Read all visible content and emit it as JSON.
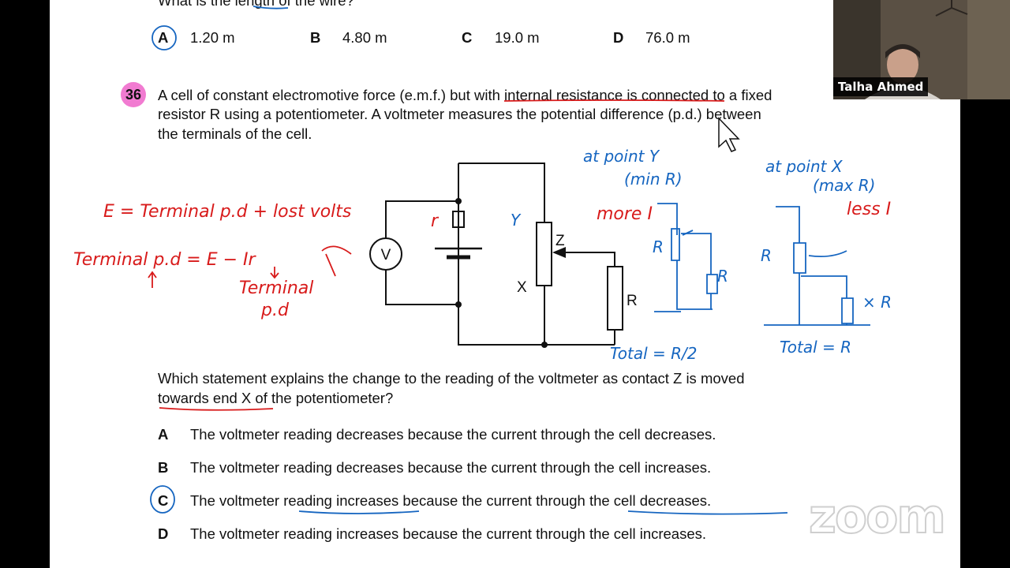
{
  "prev_question": {
    "tail_text": "What is the length of the wire?",
    "options": [
      {
        "label": "A",
        "value": "1.20 m"
      },
      {
        "label": "B",
        "value": "4.80 m"
      },
      {
        "label": "C",
        "value": "19.0 m"
      },
      {
        "label": "D",
        "value": "76.0 m"
      }
    ]
  },
  "question": {
    "number": "36",
    "line1": "A cell of constant electromotive force (e.m.f.) but with internal resistance is connected to a fixed",
    "line2": "resistor R using a potentiometer. A voltmeter measures the potential difference (p.d.) between",
    "line3": "the terminals of the cell.",
    "prompt_line1": "Which statement explains the change to the reading of the voltmeter as contact Z is moved",
    "prompt_line2": "towards end X of the potentiometer?",
    "options": [
      {
        "label": "A",
        "text": "The voltmeter reading decreases because the current through the cell decreases."
      },
      {
        "label": "B",
        "text": "The voltmeter reading decreases because the current through the cell increases."
      },
      {
        "label": "C",
        "text": "The voltmeter reading increases because the current through the cell decreases."
      },
      {
        "label": "D",
        "text": "The voltmeter reading increases because the current through the cell increases."
      }
    ]
  },
  "circuit_labels": {
    "voltmeter": "V",
    "contact": "Z",
    "end_x": "X",
    "resistor": "R"
  },
  "annotations": {
    "eq1": "E = Terminal p.d + lost volts",
    "eq2": "Terminal p.d = E − Ir",
    "terminal": "Terminal",
    "pd": "p.d",
    "r": "r",
    "y": "Y",
    "at_y": "at point Y",
    "min_r": "(min R)",
    "at_x": "at point X",
    "max_r": "(max R)",
    "more_i": "more I",
    "less_i": "less I",
    "R": "R",
    "xR": "× R",
    "total_half": "Total = R/2",
    "total_r": "Total = R"
  },
  "video": {
    "participant_name": "Talha Ahmed",
    "brand": "zoom"
  },
  "colors": {
    "ink_red": "#d81b1b",
    "ink_blue": "#1565c0",
    "highlight_pink": "#f17bd1"
  }
}
